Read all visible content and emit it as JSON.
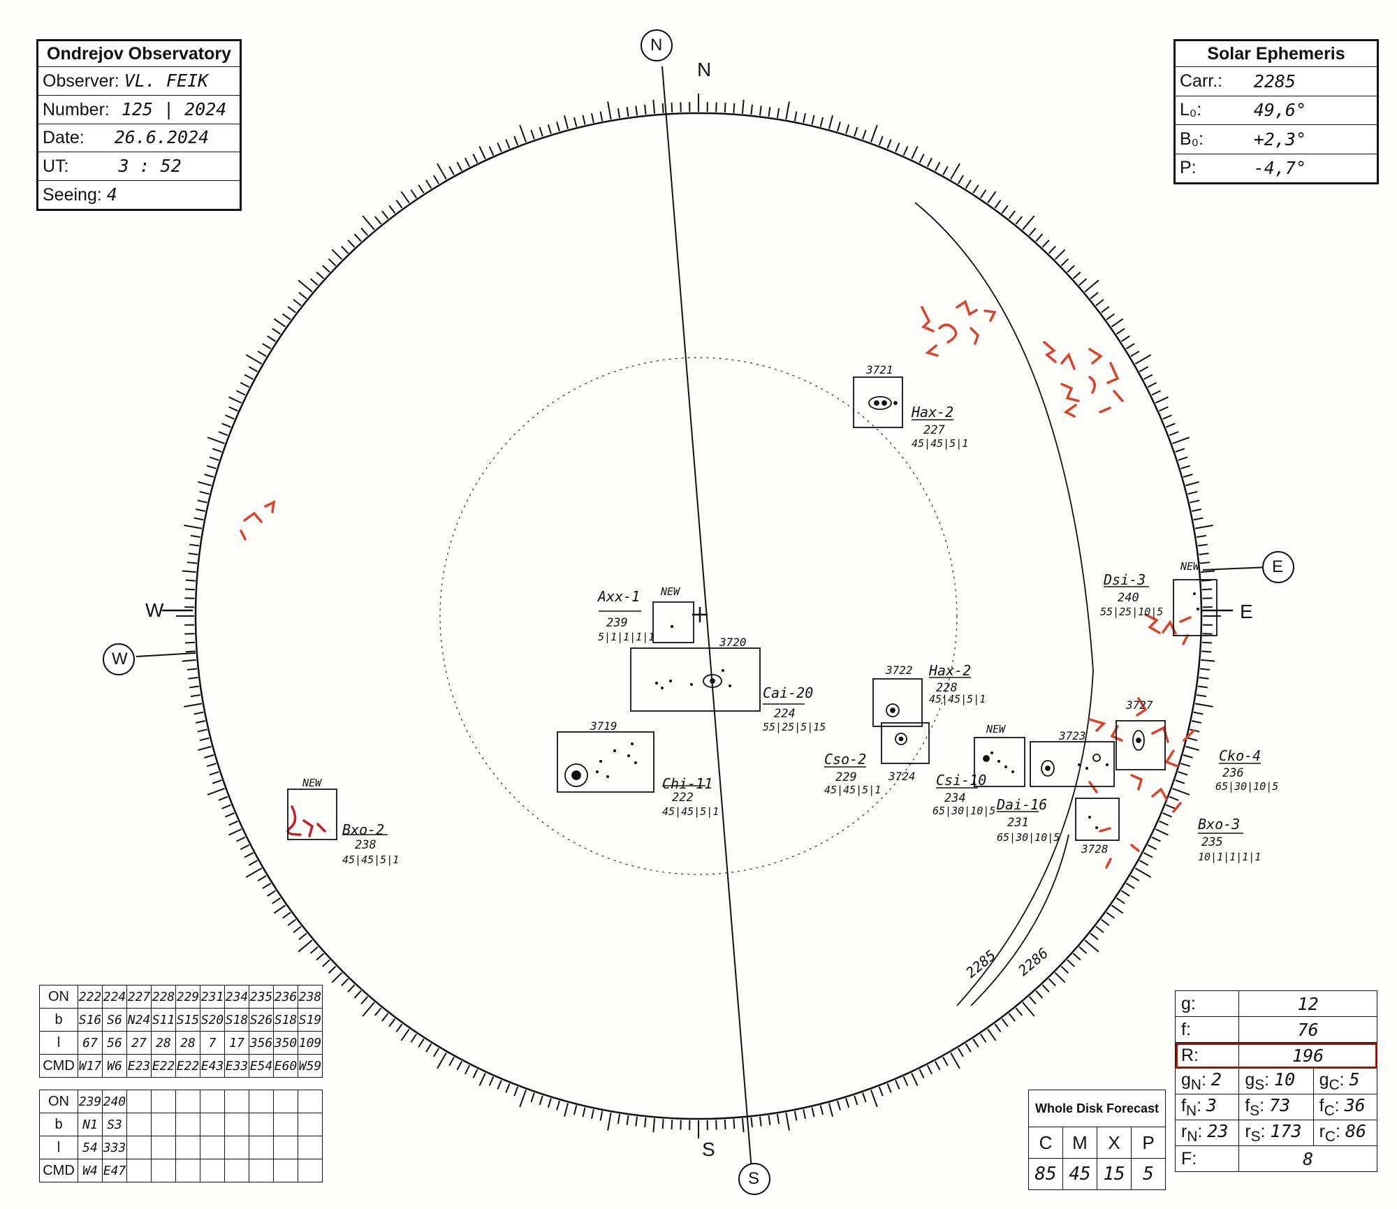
{
  "header": {
    "title": "Ondrejov Observatory",
    "rows": [
      {
        "label": "Observer:",
        "value": "VL. FEIK"
      },
      {
        "label": "Number:",
        "value": "125 | 2024"
      },
      {
        "label": "Date:",
        "value": "26.6.2024"
      },
      {
        "label": "UT:",
        "value": "3 : 52"
      },
      {
        "label": "Seeing:",
        "value": "4"
      }
    ]
  },
  "ephemeris": {
    "title": "Solar Ephemeris",
    "rows": [
      {
        "label": "Carr.:",
        "value": "2285"
      },
      {
        "label": "L₀:",
        "value": "49,6°"
      },
      {
        "label": "B₀:",
        "value": "+2,3°"
      },
      {
        "label": "P:",
        "value": "-4,7°"
      }
    ]
  },
  "directions": {
    "n_circle": "N",
    "n": "N",
    "e_circle": "E",
    "e": "E",
    "s_circle": "S",
    "s": "S",
    "w_circle": "W",
    "w": "W"
  },
  "carrington_lines": {
    "a": "2285",
    "b": "2286"
  },
  "groups": [
    {
      "num": "",
      "new": "NEW",
      "class": "Axx-1",
      "on": "239",
      "code": "5|1|1|1|1"
    },
    {
      "num": "3720",
      "new": "",
      "class": "Cai-20",
      "on": "224",
      "code": "55|25|5|15"
    },
    {
      "num": "3719",
      "new": "",
      "class": "Chi-11",
      "on": "222",
      "code": "45|45|5|1"
    },
    {
      "num": "3721",
      "new": "",
      "class": "Hax-2",
      "on": "227",
      "code": "45|45|5|1"
    },
    {
      "num": "3722",
      "new": "",
      "class": "Hax-2",
      "on": "228",
      "code": "45|45|5|1"
    },
    {
      "num": "3724",
      "new": "",
      "class": "Cso-2",
      "on": "229",
      "code": "45|45|5|1"
    },
    {
      "num": "",
      "new": "NEW",
      "class": "Csi-10",
      "on": "234",
      "code": "65|30|10|5"
    },
    {
      "num": "3723",
      "new": "",
      "class": "Dai-16",
      "on": "231",
      "code": "65|30|10|5"
    },
    {
      "num": "3727",
      "new": "",
      "class": "Cko-4",
      "on": "236",
      "code": "65|30|10|5"
    },
    {
      "num": "3728",
      "new": "",
      "class": "Bxo-3",
      "on": "235",
      "code": "10|1|1|1|1"
    },
    {
      "num": "",
      "new": "NEW",
      "class": "Dsi-3",
      "on": "240",
      "code": "55|25|10|5"
    },
    {
      "num": "",
      "new": "NEW",
      "class": "Bxo-2",
      "on": "238",
      "code": "45|45|5|1"
    }
  ],
  "table1": {
    "labels": [
      "ON",
      "b",
      "l",
      "CMD"
    ],
    "rows": [
      [
        "222",
        "224",
        "227",
        "228",
        "229",
        "231",
        "234",
        "235",
        "236",
        "238"
      ],
      [
        "S16",
        "S6",
        "N24",
        "S11",
        "S15",
        "S20",
        "S18",
        "S26",
        "S18",
        "S19"
      ],
      [
        "67",
        "56",
        "27",
        "28",
        "28",
        "7",
        "17",
        "356",
        "350",
        "109"
      ],
      [
        "W17",
        "W6",
        "E23",
        "E22",
        "E22",
        "E43",
        "E33",
        "E54",
        "E60",
        "W59"
      ]
    ]
  },
  "table2": {
    "labels": [
      "ON",
      "b",
      "l",
      "CMD"
    ],
    "rows": [
      [
        "239",
        "240",
        "",
        "",
        "",
        "",
        "",
        "",
        "",
        ""
      ],
      [
        "N1",
        "S3",
        "",
        "",
        "",
        "",
        "",
        "",
        "",
        ""
      ],
      [
        "54",
        "333",
        "",
        "",
        "",
        "",
        "",
        "",
        "",
        ""
      ],
      [
        "W4",
        "E47",
        "",
        "",
        "",
        "",
        "",
        "",
        "",
        ""
      ]
    ]
  },
  "forecast": {
    "title": "Whole Disk Forecast",
    "heads": [
      "C",
      "M",
      "X",
      "P"
    ],
    "values": [
      "85",
      "45",
      "15",
      "5"
    ]
  },
  "results": {
    "g_label": "g:",
    "g": "12",
    "f_label": "f:",
    "f": "76",
    "R_label": "R:",
    "R": "196",
    "gN": "2",
    "gS": "10",
    "gC": "5",
    "fN": "3",
    "fS": "73",
    "fC": "36",
    "rN": "23",
    "rS": "173",
    "rC": "86",
    "F_label": "F:",
    "F": "8"
  },
  "colors": {
    "ink": "#111111",
    "faculae": "#d8432a",
    "highlight": "#b00000"
  }
}
